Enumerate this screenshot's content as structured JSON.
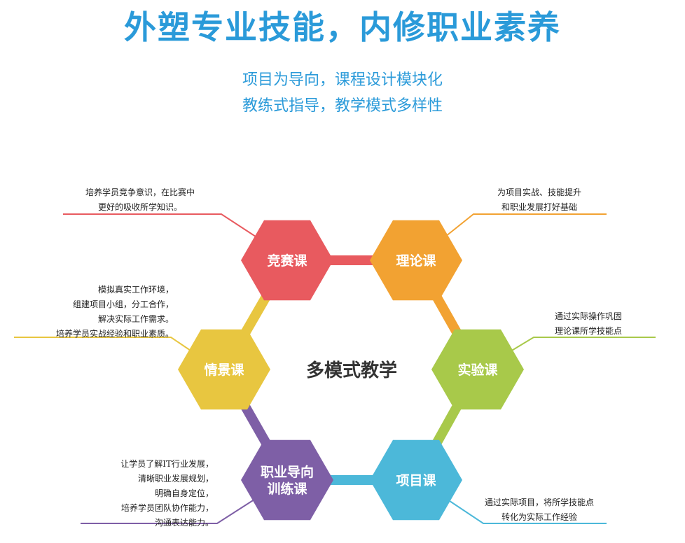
{
  "header": {
    "title": "外塑专业技能，内修职业素养",
    "subtitle_line1": "项目为导向，课程设计模块化",
    "subtitle_line2": "教练式指导，教学模式多样性"
  },
  "diagram": {
    "center": "多模式教学",
    "nodes": [
      {
        "id": "competition",
        "label_lines": [
          "竞赛课"
        ],
        "color": "#e85a5f",
        "description": [
          "培养学员竞争意识，在比赛中",
          "更好的吸收所学知识。"
        ]
      },
      {
        "id": "theory",
        "label_lines": [
          "理论课"
        ],
        "color": "#f2a232",
        "description": [
          "为项目实战、技能提升",
          "和职业发展打好基础"
        ]
      },
      {
        "id": "experiment",
        "label_lines": [
          "实验课"
        ],
        "color": "#a8c94a",
        "description": [
          "通过实际操作巩固",
          "理论课所学技能点"
        ]
      },
      {
        "id": "project",
        "label_lines": [
          "项目课"
        ],
        "color": "#4cb8d9",
        "description": [
          "通过实际项目，将所学技能点",
          "转化为实际工作经验"
        ]
      },
      {
        "id": "career",
        "label_lines": [
          "职业导向",
          "训练课"
        ],
        "color": "#7e5fa6",
        "description": [
          "让学员了解IT行业发展，",
          "清晰职业发展规划，",
          "明确自身定位，",
          "培养学员团队协作能力，",
          "沟通表达能力。"
        ]
      },
      {
        "id": "scenario",
        "label_lines": [
          "情景课"
        ],
        "color": "#e8c640",
        "description": [
          "模拟真实工作环境，",
          "组建项目小组，分工合作，",
          "解决实际工作需求。",
          "培养学员实战经验和职业素质。"
        ]
      }
    ]
  }
}
